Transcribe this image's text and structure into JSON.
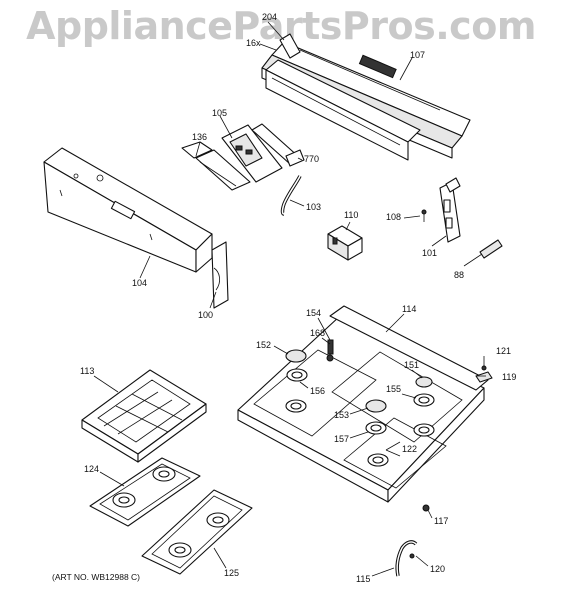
{
  "watermark": "AppliancePartsPros.com",
  "art_number": "(ART NO. WB12988 C)",
  "callouts": {
    "c204": "204",
    "c16x": "16x",
    "c107": "107",
    "c105": "105",
    "c136": "136",
    "c770": "770",
    "c103": "103",
    "c110": "110",
    "c108": "108",
    "c101": "101",
    "c88": "88",
    "c104": "104",
    "c100": "100",
    "c154": "154",
    "c114": "114",
    "c168": "168",
    "c152": "152",
    "c151": "151",
    "c121": "121",
    "c113": "113",
    "c156": "156",
    "c155": "155",
    "c119": "119",
    "c153": "153",
    "c157": "157",
    "c122": "122",
    "c124": "124",
    "c117": "117",
    "c120": "120",
    "c125": "125",
    "c115": "115"
  }
}
